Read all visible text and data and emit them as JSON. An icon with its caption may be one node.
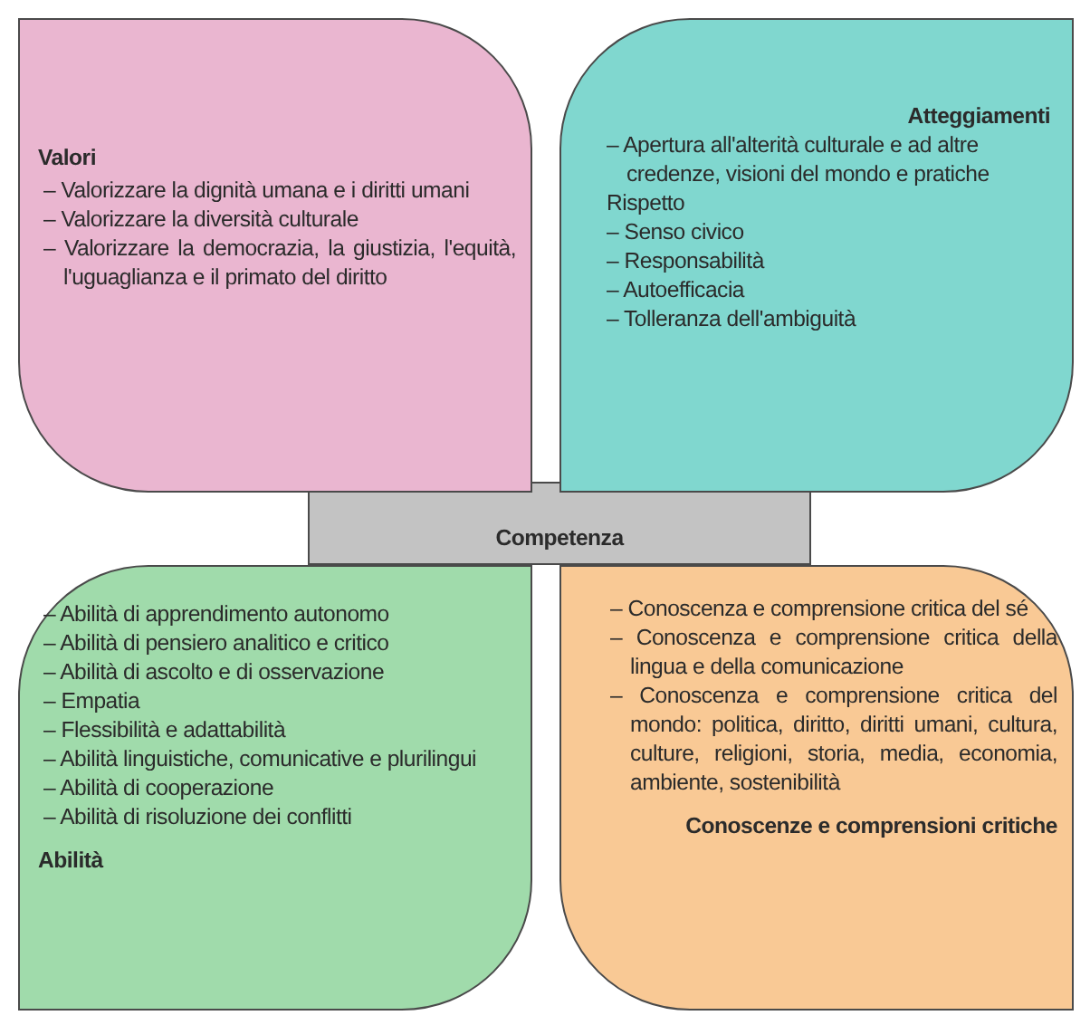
{
  "diagram": {
    "nodes": [
      {
        "text": [
          "Valori",
          "– Valorizzare la dignità umana e i diritti umani",
          "– Valorizzare la diversità culturale",
          "– Valorizzare la democrazia, la giustizia, l'equità, l'uguaglianza e il primato del diritto"
        ]
      },
      {
        "text": [
          "Atteggiamenti",
          "– Apertura all'alterità culturale e ad altre credenze, visioni del mondo e pratiche",
          "Rispetto",
          "– Senso civico",
          "– Responsabilità",
          "– Autoefficacia",
          "– Tolleranza dell'ambiguità"
        ]
      },
      {
        "text": [
          "Competenza"
        ]
      },
      {
        "text": [
          "– Abilità di apprendimento autonomo",
          "– Abilità di pensiero analitico e critico",
          "– Abilità di ascolto e di osservazione",
          "– Empatia",
          "– Flessibilità e adattabilità",
          "– Abilità linguistiche, comunicative e plurilingui",
          "– Abilità di cooperazione",
          "– Abilità di risoluzione dei conflitti",
          "Abilità"
        ]
      },
      {
        "text": [
          "– Conoscenza e comprensione critica del sé",
          "– Conoscenza e comprensione critica della lingua e della comunicazione",
          "– Conoscenza e comprensione critica del mondo: politica, diritto, diritti umani, cultura, culture, religioni, storia, media, economia, ambiente, sostenibilità",
          "Conoscenze e comprensioni critiche"
        ]
      }
    ]
  }
}
